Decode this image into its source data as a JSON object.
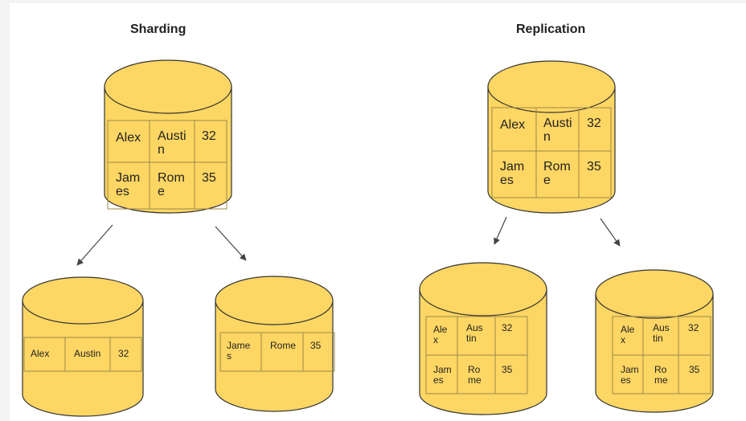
{
  "headings": {
    "sharding": "Sharding",
    "replication": "Replication"
  },
  "colors": {
    "cylinder_fill": "#fdd663",
    "cylinder_stroke": "#333333",
    "table_stroke": "#9a8a4a",
    "arrow": "#444444",
    "background": "#ffffff"
  },
  "sharding": {
    "source": {
      "rows": [
        {
          "name": [
            "Alex"
          ],
          "city": [
            "Austi",
            "n"
          ],
          "age": "32"
        },
        {
          "name": [
            "Jam",
            "es"
          ],
          "city": [
            "Rom",
            "e"
          ],
          "age": "35"
        }
      ]
    },
    "shard_1": {
      "name": "Alex",
      "city": "Austin",
      "age": "32"
    },
    "shard_2": {
      "name": [
        "Jame",
        "s"
      ],
      "city": "Rome",
      "age": "35"
    }
  },
  "replication": {
    "source": {
      "rows": [
        {
          "name": [
            "Alex"
          ],
          "city": [
            "Austi",
            "n"
          ],
          "age": "32"
        },
        {
          "name": [
            "Jam",
            "es"
          ],
          "city": [
            "Rom",
            "e"
          ],
          "age": "35"
        }
      ]
    },
    "replica_1": {
      "rows": [
        {
          "name": [
            "Ale",
            "x"
          ],
          "city": [
            "Aus",
            "tin"
          ],
          "age": "32"
        },
        {
          "name": [
            "Jam",
            "es"
          ],
          "city": [
            "Ro",
            "me"
          ],
          "age": "35"
        }
      ]
    },
    "replica_2": {
      "rows": [
        {
          "name": [
            "Ale",
            "x"
          ],
          "city": [
            "Aus",
            "tin"
          ],
          "age": "32"
        },
        {
          "name": [
            "Jam",
            "es"
          ],
          "city": [
            "Ro",
            "me"
          ],
          "age": "35"
        }
      ]
    }
  }
}
